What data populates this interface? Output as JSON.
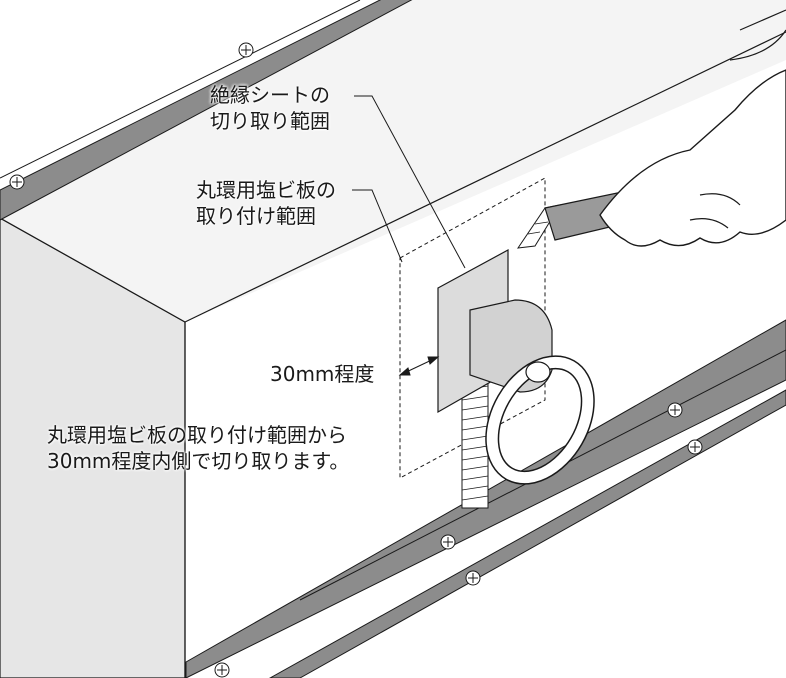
{
  "labels": {
    "insulation_sheet": {
      "line1": "絶縁シートの",
      "line2": "切り取り範囲"
    },
    "ring_plate": {
      "line1": "丸環用塩ビ板の",
      "line2": "取り付け範囲"
    },
    "offset": "30mm程度",
    "instruction": {
      "line1": "丸環用塩ビ板の取り付け範囲から",
      "line2": "30mm程度内側で切り取ります。"
    }
  },
  "colors": {
    "line": "#1a1a1a",
    "wall_side": "#e6e6e6",
    "wall_front": "#f4f4f4",
    "rail": "#8c8c8c",
    "sheet": "#dcdcdc",
    "plate": "#d2d2d2",
    "glove": "#ffffff",
    "cutter_body": "#9a9a9a"
  }
}
